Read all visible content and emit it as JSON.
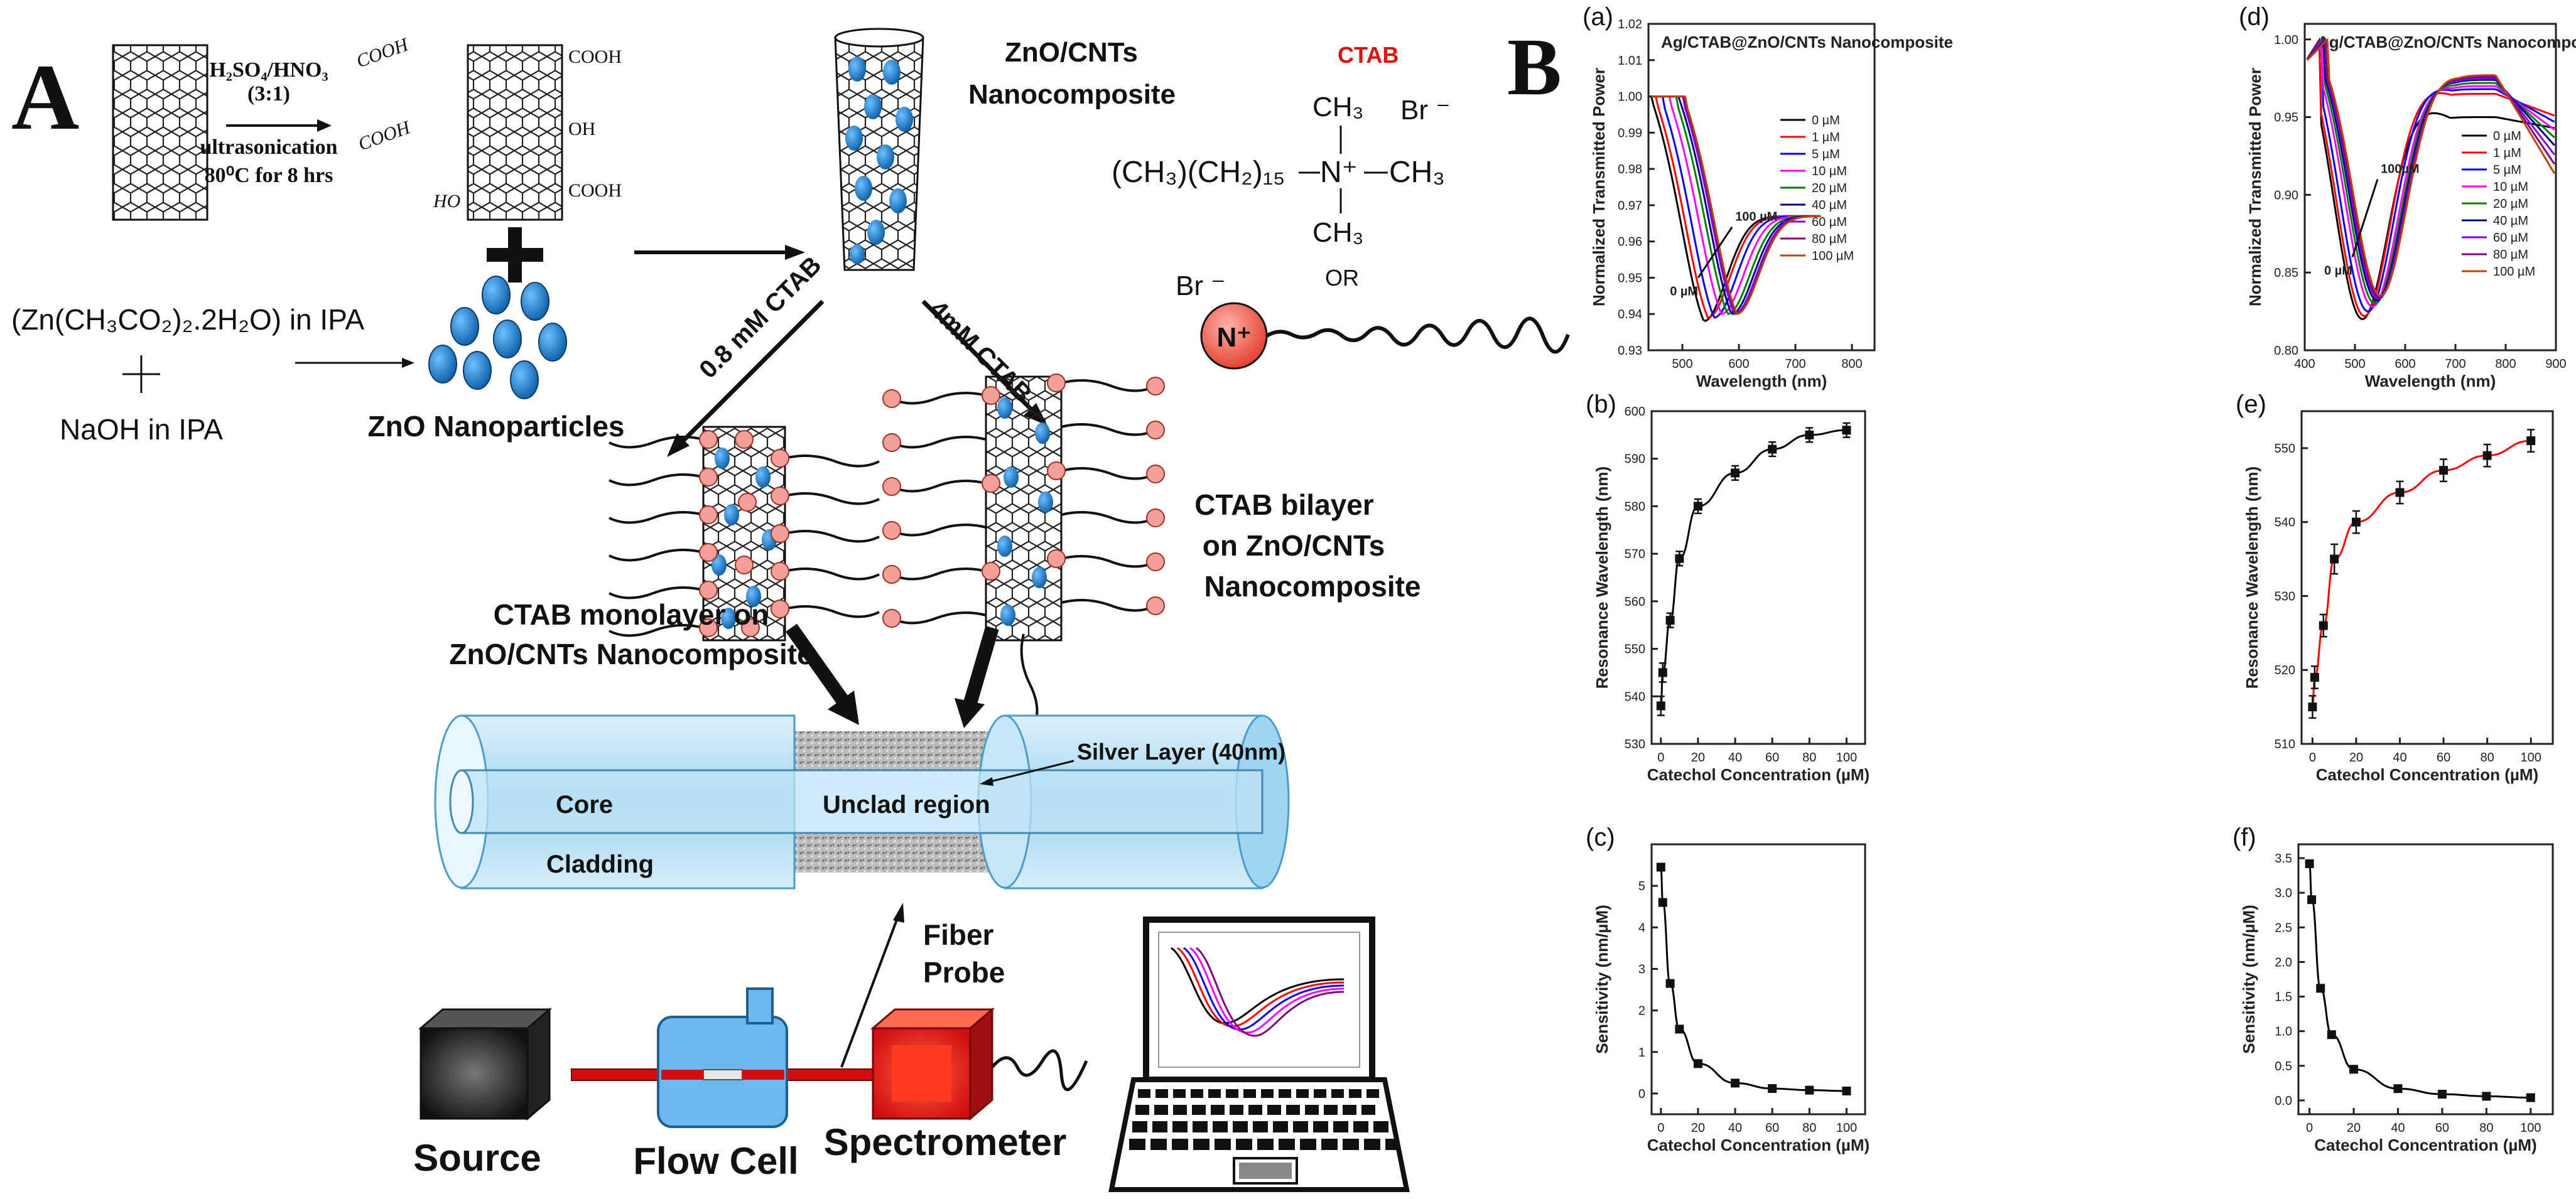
{
  "panel_A": {
    "label": "A",
    "acid": {
      "line1": "H₂SO₄/HNO₃",
      "line2": "(3:1)",
      "line3": "ultrasonication",
      "line4": "80⁰C for 8 hrs"
    },
    "cooh_labels": [
      "COOH",
      "COOH",
      "COOH",
      "COOH",
      "OH",
      "HO"
    ],
    "composite_title": {
      "line1": "ZnO/CNTs",
      "line2": "Nanocomposite"
    },
    "ctab": {
      "name": "CTAB",
      "ch3_top": "CH₃",
      "br_top": "Br ⁻",
      "chain": "(CH₃)(CH₂)₁₅",
      "n": "N⁺",
      "ch3_right": "CH₃",
      "ch3_bottom": "CH₃",
      "or": "OR",
      "br_left": "Br ⁻",
      "n_ball": "N⁺"
    },
    "precursor": "(Zn(CH₃CO₂)₂.2H₂O)  in IPA",
    "plus_small": "+",
    "naoh": "NaOH in IPA",
    "zno_np": "ZnO Nanoparticles",
    "conc_left": "0.8 mM CTAB",
    "conc_right": "4mM CTAB",
    "mono": {
      "line1": "CTAB monolayer on",
      "line2": "ZnO/CNTs Nanocomposite"
    },
    "bilayer": {
      "line1": "CTAB bilayer",
      "line2": "on ZnO/CNTs",
      "line3": "Nanocomposite"
    },
    "fiber": {
      "silver": "Silver Layer (40nm)",
      "core": "Core",
      "unclad": "Unclad region",
      "cladding": "Cladding",
      "probe1": "Fiber",
      "probe2": "Probe"
    },
    "setup": {
      "source": "Source",
      "flow": "Flow Cell",
      "spectro": "Spectrometer"
    }
  },
  "panel_B": {
    "label": "B"
  },
  "chart_data": [
    {
      "id": "a",
      "type": "line",
      "panel_label": "(a)",
      "title": "Ag/CTAB@ZnO/CNTs Nanocomposite",
      "xlabel": "Wavelength (nm)",
      "ylabel": "Normalized Transmitted Power",
      "xlim": [
        440,
        840
      ],
      "ylim": [
        0.93,
        1.02
      ],
      "xticks": [
        500,
        600,
        700,
        800
      ],
      "yticks": [
        0.93,
        0.94,
        0.95,
        0.96,
        0.97,
        0.98,
        0.99,
        1.0,
        1.01,
        1.02
      ],
      "annotations": [
        "100 µM",
        "0 µM"
      ],
      "legend_position": "right",
      "series": [
        {
          "name": "0 µM",
          "color": "#000000",
          "dip_x": 538,
          "dip_y": 0.938
        },
        {
          "name": "1 µM",
          "color": "#ff0000",
          "dip_x": 545,
          "dip_y": 0.939
        },
        {
          "name": "5 µM",
          "color": "#0000ff",
          "dip_x": 556,
          "dip_y": 0.939
        },
        {
          "name": "10 µM",
          "color": "#ff00ff",
          "dip_x": 569,
          "dip_y": 0.94
        },
        {
          "name": "20 µM",
          "color": "#008000",
          "dip_x": 580,
          "dip_y": 0.94
        },
        {
          "name": "40 µM",
          "color": "#000080",
          "dip_x": 587,
          "dip_y": 0.94
        },
        {
          "name": "60 µM",
          "color": "#8000ff",
          "dip_x": 592,
          "dip_y": 0.94
        },
        {
          "name": "80 µM",
          "color": "#800080",
          "dip_x": 595,
          "dip_y": 0.94
        },
        {
          "name": "100 µM",
          "color": "#c04000",
          "dip_x": 596,
          "dip_y": 0.94
        }
      ]
    },
    {
      "id": "b",
      "type": "scatter",
      "panel_label": "(b)",
      "xlabel": "Catechol Concentration (µM)",
      "ylabel": "Resonance Wavelength (nm)",
      "xlim": [
        -5,
        110
      ],
      "ylim": [
        530,
        600
      ],
      "xticks": [
        0,
        20,
        40,
        60,
        80,
        100
      ],
      "yticks": [
        530,
        540,
        550,
        560,
        570,
        580,
        590,
        600
      ],
      "fit_color": "#000000",
      "x": [
        0,
        1,
        5,
        10,
        20,
        40,
        60,
        80,
        100
      ],
      "y": [
        538,
        545,
        556,
        569,
        580,
        587,
        592,
        595,
        596
      ],
      "err": [
        2,
        2,
        1.5,
        1.5,
        1.5,
        1.5,
        1.5,
        1.5,
        1.5
      ]
    },
    {
      "id": "c",
      "type": "scatter",
      "panel_label": "(c)",
      "xlabel": "Catechol Concentration (µM)",
      "ylabel": "Sensitivity (nm/µM)",
      "xlim": [
        -5,
        110
      ],
      "ylim": [
        -0.5,
        6
      ],
      "xticks": [
        0,
        20,
        40,
        60,
        80,
        100
      ],
      "yticks": [
        0,
        1,
        2,
        3,
        4,
        5
      ],
      "fit_color": "#000000",
      "x": [
        0,
        1,
        5,
        10,
        20,
        40,
        60,
        80,
        100
      ],
      "y": [
        5.45,
        4.6,
        2.65,
        1.55,
        0.72,
        0.25,
        0.12,
        0.08,
        0.06
      ]
    },
    {
      "id": "d",
      "type": "line",
      "panel_label": "(d)",
      "title": "Ag/CTAB@ZnO/CNTs Nanocomposite",
      "xlabel": "Wavelength (nm)",
      "ylabel": "Normalized Transmitted Power",
      "xlim": [
        400,
        900
      ],
      "ylim": [
        0.8,
        1.01
      ],
      "xticks": [
        400,
        500,
        600,
        700,
        800,
        900
      ],
      "yticks": [
        0.8,
        0.85,
        0.9,
        0.95,
        1.0
      ],
      "annotations": [
        "100µM",
        "0 µM"
      ],
      "legend_position": "right",
      "series": [
        {
          "name": "0 µM",
          "color": "#000000",
          "dip_x": 515,
          "dip_y": 0.82,
          "end_y": 0.95
        },
        {
          "name": "1 µM",
          "color": "#ff0000",
          "dip_x": 519,
          "dip_y": 0.822,
          "end_y": 0.965
        },
        {
          "name": "5 µM",
          "color": "#0000ff",
          "dip_x": 526,
          "dip_y": 0.825,
          "end_y": 0.968
        },
        {
          "name": "10 µM",
          "color": "#ff00ff",
          "dip_x": 535,
          "dip_y": 0.828,
          "end_y": 0.97
        },
        {
          "name": "20 µM",
          "color": "#008000",
          "dip_x": 540,
          "dip_y": 0.83,
          "end_y": 0.972
        },
        {
          "name": "40 µM",
          "color": "#000080",
          "dip_x": 544,
          "dip_y": 0.832,
          "end_y": 0.974
        },
        {
          "name": "60 µM",
          "color": "#8000ff",
          "dip_x": 547,
          "dip_y": 0.833,
          "end_y": 0.975
        },
        {
          "name": "80 µM",
          "color": "#800080",
          "dip_x": 549,
          "dip_y": 0.834,
          "end_y": 0.976
        },
        {
          "name": "100 µM",
          "color": "#c04000",
          "dip_x": 551,
          "dip_y": 0.835,
          "end_y": 0.977
        }
      ]
    },
    {
      "id": "e",
      "type": "scatter",
      "panel_label": "(e)",
      "xlabel": "Catechol Concentration (µM)",
      "ylabel": "Resonance Wavelength (nm)",
      "xlim": [
        -5,
        110
      ],
      "ylim": [
        510,
        555
      ],
      "xticks": [
        0,
        20,
        40,
        60,
        80,
        100
      ],
      "yticks": [
        510,
        520,
        530,
        540,
        550
      ],
      "fit_color": "#ff0000",
      "x": [
        0,
        1,
        5,
        10,
        20,
        40,
        60,
        80,
        100
      ],
      "y": [
        515,
        519,
        526,
        535,
        540,
        544,
        547,
        549,
        551
      ],
      "err": [
        1.5,
        1.5,
        1.5,
        2,
        1.5,
        1.5,
        1.5,
        1.5,
        1.5
      ]
    },
    {
      "id": "f",
      "type": "scatter",
      "panel_label": "(f)",
      "xlabel": "Catechol Concentration (µM)",
      "ylabel": "Sensitivity (nm/µM)",
      "xlim": [
        -5,
        110
      ],
      "ylim": [
        -0.2,
        3.7
      ],
      "xticks": [
        0,
        20,
        40,
        60,
        80,
        100
      ],
      "yticks": [
        0.0,
        0.5,
        1.0,
        1.5,
        2.0,
        2.5,
        3.0,
        3.5
      ],
      "fit_color": "#000000",
      "x": [
        0,
        1,
        5,
        10,
        20,
        40,
        60,
        80,
        100
      ],
      "y": [
        3.42,
        2.9,
        1.62,
        0.95,
        0.45,
        0.17,
        0.09,
        0.06,
        0.04
      ]
    }
  ]
}
